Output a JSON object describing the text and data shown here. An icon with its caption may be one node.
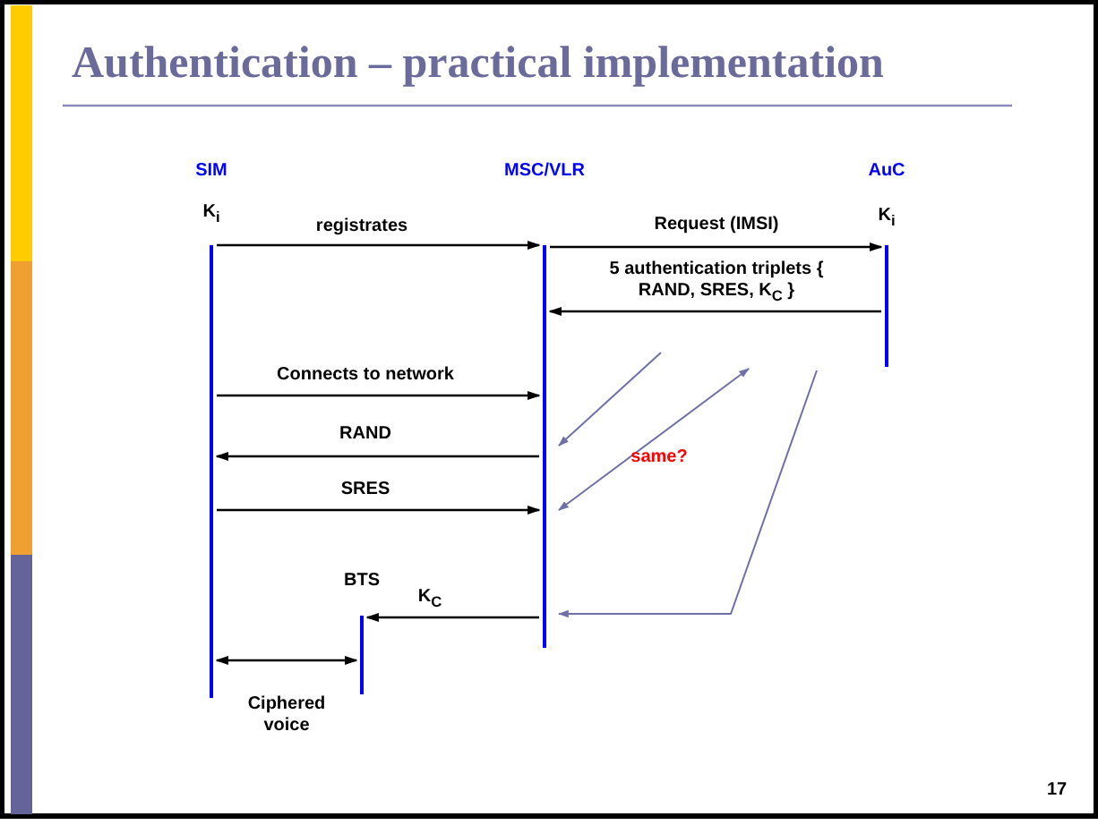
{
  "diagram": {
    "title": "Authentication – practical implementation",
    "nodes": [
      {
        "text": [
          "SIM",
          "K$_{i}$"
        ]
      },
      {
        "text": [
          "MSC/VLR"
        ]
      },
      {
        "text": [
          "AuC",
          "K$_{i}$"
        ]
      },
      {
        "text": [
          "BTS"
        ]
      }
    ],
    "edges": [
      {
        "from": 0,
        "to": 1,
        "arrow": "to",
        "label": "registrates"
      },
      {
        "from": 1,
        "to": 2,
        "arrow": "to",
        "label": "Request (IMSI)"
      },
      {
        "from": 2,
        "to": 1,
        "arrow": "to",
        "label": "5 authentication triplets { RAND, SRES, K$_{C}$ }"
      },
      {
        "from": 0,
        "to": 1,
        "arrow": "to",
        "label": "Connects to network"
      },
      {
        "from": 1,
        "to": 0,
        "arrow": "to",
        "label": "RAND"
      },
      {
        "from": 0,
        "to": 1,
        "arrow": "to",
        "label": "SRES"
      },
      {
        "from": 1,
        "to": 3,
        "arrow": "to",
        "label": "K$_{C}$"
      },
      {
        "from": 0,
        "to": 3,
        "arrow": "both",
        "label": "Ciphered voice"
      },
      {
        "from": null,
        "to": 1,
        "arrow": "to",
        "color": "#7070a8"
      },
      {
        "from": null,
        "to": 1,
        "arrow": "both",
        "color": "#7070a8"
      },
      {
        "from": null,
        "to": 1,
        "arrow": "to",
        "color": "#7070a8"
      }
    ],
    "labels": [
      "same?",
      "17"
    ]
  }
}
